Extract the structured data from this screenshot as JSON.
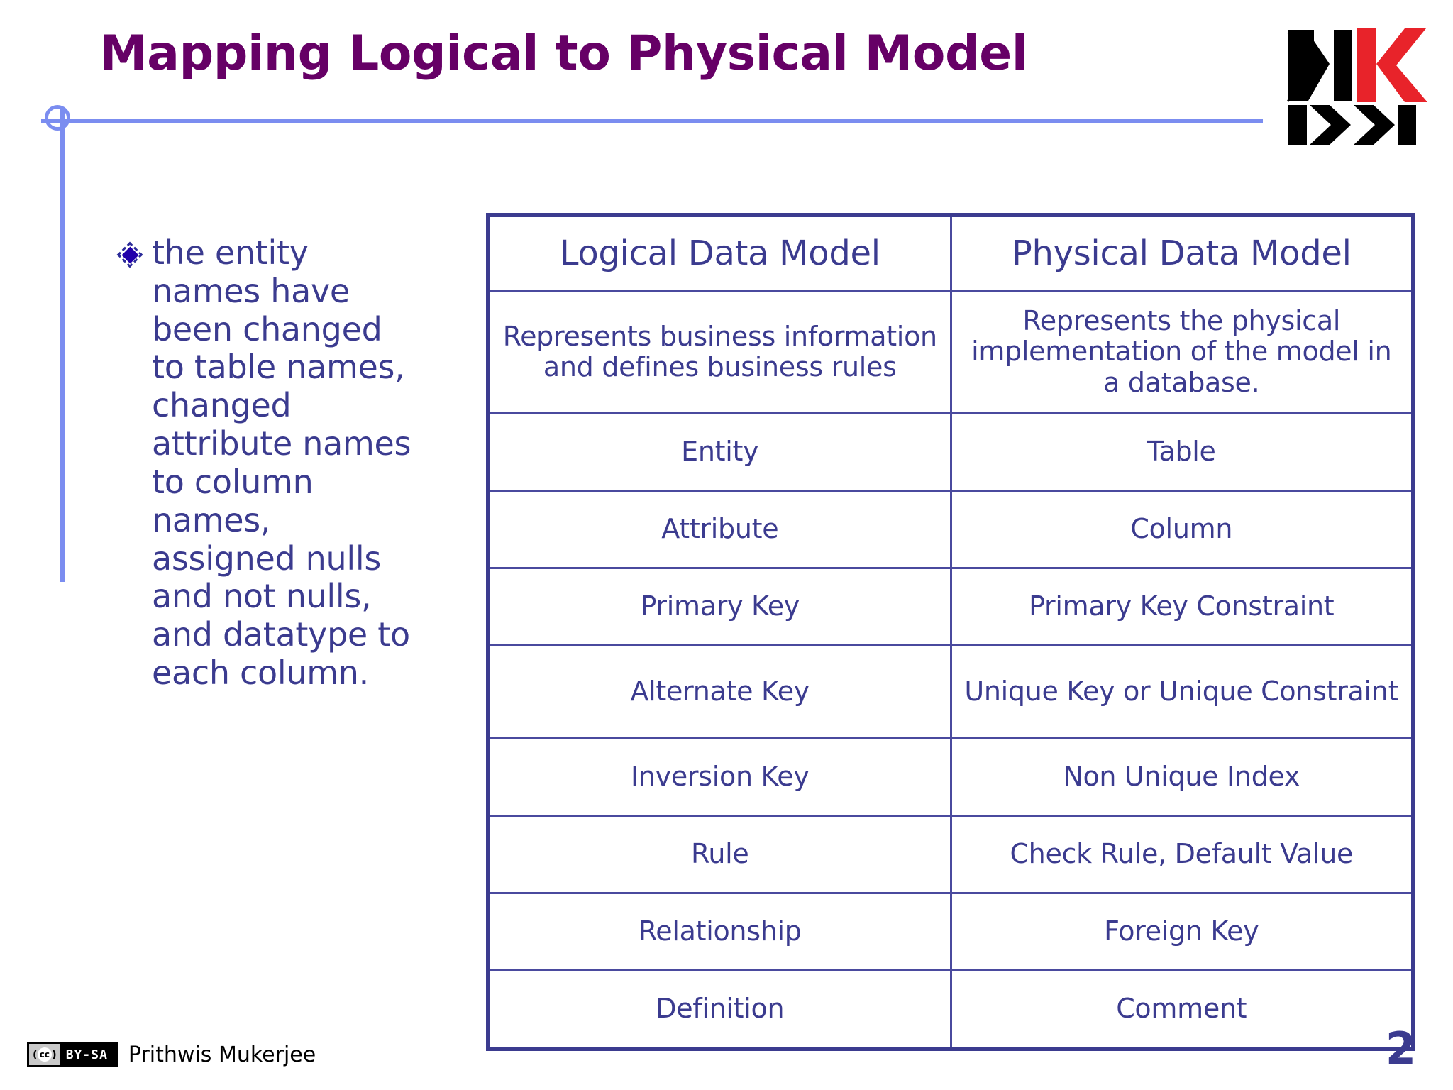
{
  "slide": {
    "title": "Mapping Logical to Physical Model",
    "title_color": "#660066",
    "accent_line_color": "#7b8df0",
    "body_text_color": "#3b3b8f",
    "page_number": "2"
  },
  "logo": {
    "name": "kaygee-k-logo",
    "black_color": "#000000",
    "red_color": "#e8232a"
  },
  "bullets": [
    {
      "marker": "diamond-bullet",
      "text": "the entity names have been changed to table names, changed attribute names to column names, assigned nulls and not nulls, and datatype to each column."
    }
  ],
  "table": {
    "headers": [
      "Logical Data Model",
      "Physical Data Model"
    ],
    "rows": [
      {
        "style": "row-desc",
        "cells": [
          "Represents business information and defines business rules",
          "Represents the physical implementation of the model in a database."
        ]
      },
      {
        "style": "row-std",
        "cells": [
          "Entity",
          "Table"
        ]
      },
      {
        "style": "row-std",
        "cells": [
          "Attribute",
          "Column"
        ]
      },
      {
        "style": "row-std",
        "cells": [
          "Primary Key",
          "Primary Key Constraint"
        ]
      },
      {
        "style": "row-tall",
        "cells": [
          "Alternate Key",
          "Unique Key or Unique Constraint"
        ]
      },
      {
        "style": "row-std",
        "cells": [
          "Inversion Key",
          "Non Unique Index"
        ]
      },
      {
        "style": "row-std",
        "cells": [
          "Rule",
          "Check Rule, Default Value"
        ]
      },
      {
        "style": "row-std",
        "cells": [
          "Relationship",
          "Foreign Key"
        ]
      },
      {
        "style": "row-std",
        "cells": [
          "Definition",
          "Comment"
        ]
      }
    ]
  },
  "footer": {
    "license_mark": "cc",
    "license_label": "BY-SA",
    "author": "Prithwis Mukerjee"
  }
}
